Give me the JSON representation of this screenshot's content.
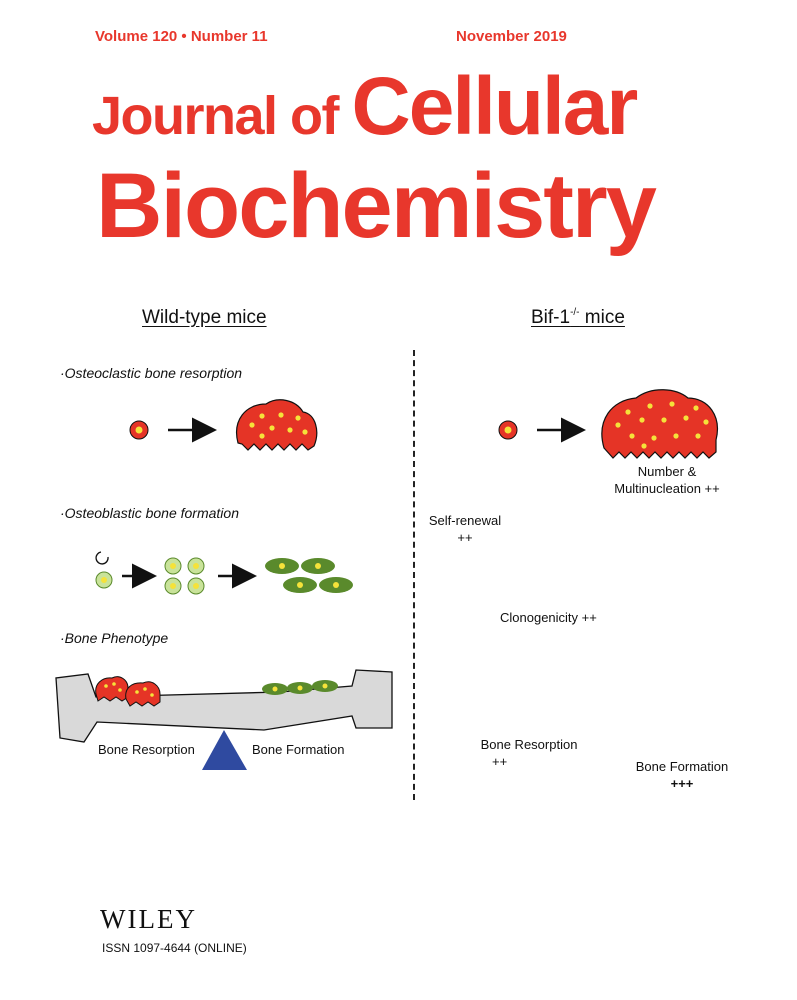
{
  "masthead": {
    "volume": "Volume 120 • Number 11",
    "date": "November 2019",
    "title_journal_of": "Journal of",
    "title_cellular": "Cellular",
    "title_biochemistry": "Biochemistry"
  },
  "colors": {
    "title_red": "#e8372c",
    "osteoclast_red": "#e53426",
    "osteoblast_green": "#5a8a2c",
    "stem_cell_green": "#c9e39a",
    "nucleus_yellow": "#f5e23a",
    "bone_gray": "#d9d9d9",
    "fulcrum_blue": "#2f4aa0"
  },
  "columns": {
    "wild_type": "Wild-type mice",
    "bif_prefix": "Bif-1",
    "bif_superscript": "-/-",
    "bif_suffix": " mice"
  },
  "sections": {
    "resorption": "·Osteoclastic bone resorption",
    "formation": "·Osteoblastic bone formation",
    "phenotype": "·Bone Phenotype"
  },
  "wild_type_labels": {
    "bone_resorption": "Bone Resorption",
    "bone_formation": "Bone Formation"
  },
  "bif_labels": {
    "number_multinucleation_line1": "Number &",
    "number_multinucleation_line2": "Multinucleation  ++",
    "self_renewal_line1": "Self-renewal",
    "self_renewal_line2": "++",
    "clonogenicity": "Clonogenicity ++",
    "bone_resorption": "Bone Resorption",
    "bone_resorption_mark": "++",
    "bone_formation": "Bone Formation",
    "bone_formation_mark": "+++"
  },
  "publisher": {
    "name": "WILEY",
    "issn": "ISSN 1097-4644 (ONLINE)"
  }
}
